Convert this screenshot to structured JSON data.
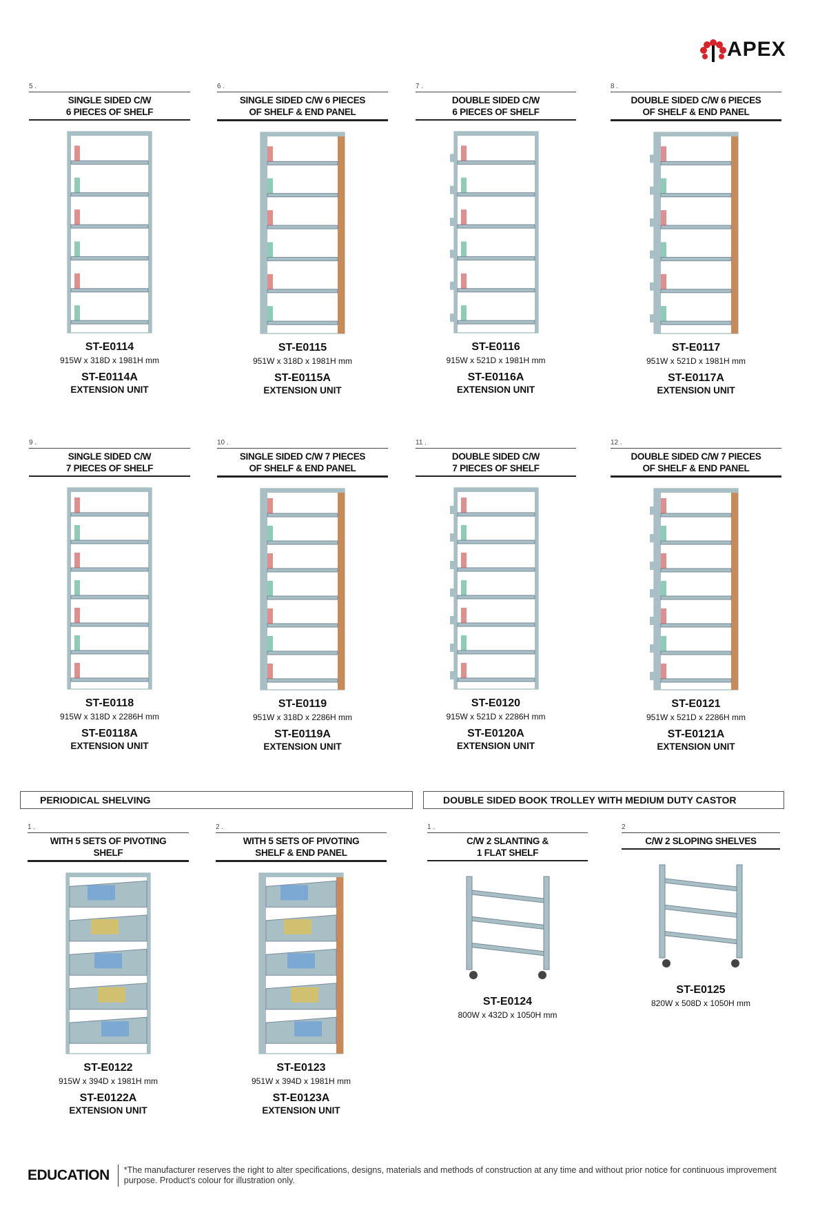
{
  "brand": {
    "name": "APEX",
    "colors": {
      "red": "#d8232a",
      "steel": "#a9bfc6",
      "wood": "#c98a5a"
    }
  },
  "sections": {
    "periodical": "PERIODICAL SHELVING",
    "trolley": "DOUBLE SIDED BOOK TROLLEY WITH MEDIUM DUTY CASTOR"
  },
  "items": [
    {
      "num": "5 .",
      "title1": "SINGLE SIDED C/W",
      "title2": "6 PIECES OF SHELF",
      "code": "ST-E0114",
      "dims": "915W x 318D x 1981H mm",
      "ext": "ST-E0114A",
      "ext_label": "EXTENSION UNIT",
      "kind": "single",
      "shelves": 6,
      "panel": false
    },
    {
      "num": "6 .",
      "title1": "SINGLE SIDED C/W 6 PIECES",
      "title2": "OF SHELF & END PANEL",
      "code": "ST-E0115",
      "dims": "951W x 318D x 1981H mm",
      "ext": "ST-E0115A",
      "ext_label": "EXTENSION UNIT",
      "kind": "single",
      "shelves": 6,
      "panel": true
    },
    {
      "num": "7 .",
      "title1": "DOUBLE SIDED C/W",
      "title2": "6 PIECES OF SHELF",
      "code": "ST-E0116",
      "dims": "915W x 521D x 1981H mm",
      "ext": "ST-E0116A",
      "ext_label": "EXTENSION UNIT",
      "kind": "double",
      "shelves": 6,
      "panel": false
    },
    {
      "num": "8 .",
      "title1": "DOUBLE SIDED C/W 6 PIECES",
      "title2": "OF SHELF & END PANEL",
      "code": "ST-E0117",
      "dims": "951W x 521D x 1981H mm",
      "ext": "ST-E0117A",
      "ext_label": "EXTENSION UNIT",
      "kind": "double",
      "shelves": 6,
      "panel": true
    },
    {
      "num": "9 .",
      "title1": "SINGLE SIDED C/W",
      "title2": "7 PIECES OF SHELF",
      "code": "ST-E0118",
      "dims": "915W x 318D x 2286H mm",
      "ext": "ST-E0118A",
      "ext_label": "EXTENSION UNIT",
      "kind": "single",
      "shelves": 7,
      "panel": false
    },
    {
      "num": "10 .",
      "title1": "SINGLE SIDED C/W 7 PIECES",
      "title2": "OF SHELF & END PANEL",
      "code": "ST-E0119",
      "dims": "951W x 318D x 2286H mm",
      "ext": "ST-E0119A",
      "ext_label": "EXTENSION UNIT",
      "kind": "single",
      "shelves": 7,
      "panel": true
    },
    {
      "num": "11 .",
      "title1": "DOUBLE SIDED C/W",
      "title2": "7 PIECES OF SHELF",
      "code": "ST-E0120",
      "dims": "915W x 521D x 2286H mm",
      "ext": "ST-E0120A",
      "ext_label": "EXTENSION UNIT",
      "kind": "double",
      "shelves": 7,
      "panel": false
    },
    {
      "num": "12 .",
      "title1": "DOUBLE SIDED C/W 7 PIECES",
      "title2": "OF SHELF & END PANEL",
      "code": "ST-E0121",
      "dims": "951W x 521D x 2286H mm",
      "ext": "ST-E0121A",
      "ext_label": "EXTENSION UNIT",
      "kind": "double",
      "shelves": 7,
      "panel": true
    },
    {
      "num": "1 .",
      "title1": "WITH 5 SETS OF PIVOTING",
      "title2": "SHELF",
      "code": "ST-E0122",
      "dims": "915W x 394D x 1981H mm",
      "ext": "ST-E0122A",
      "ext_label": "EXTENSION UNIT",
      "kind": "periodical",
      "shelves": 5,
      "panel": false
    },
    {
      "num": "2 .",
      "title1": "WITH 5 SETS OF PIVOTING",
      "title2": "SHELF & END PANEL",
      "code": "ST-E0123",
      "dims": "951W x 394D x 1981H mm",
      "ext": "ST-E0123A",
      "ext_label": "EXTENSION UNIT",
      "kind": "periodical",
      "shelves": 5,
      "panel": true
    },
    {
      "num": "1 .",
      "title1": "C/W 2 SLANTING &",
      "title2": "1 FLAT SHELF",
      "code": "ST-E0124",
      "dims": "800W x 432D x 1050H mm",
      "kind": "trolley",
      "shelves": 3,
      "panel": false
    },
    {
      "num": "2",
      "title1": "C/W 2 SLOPING SHELVES",
      "title2": "",
      "code": "ST-E0125",
      "dims": "820W x 508D x 1050H mm",
      "kind": "trolley",
      "shelves": 3,
      "panel": false
    }
  ],
  "footer": {
    "category": "EDUCATION",
    "disclaimer": "*The manufacturer reserves the right to alter specifications, designs, materials and methods of construction at any time and without prior notice for continuous improvement purpose. Product's colour for illustration only."
  }
}
